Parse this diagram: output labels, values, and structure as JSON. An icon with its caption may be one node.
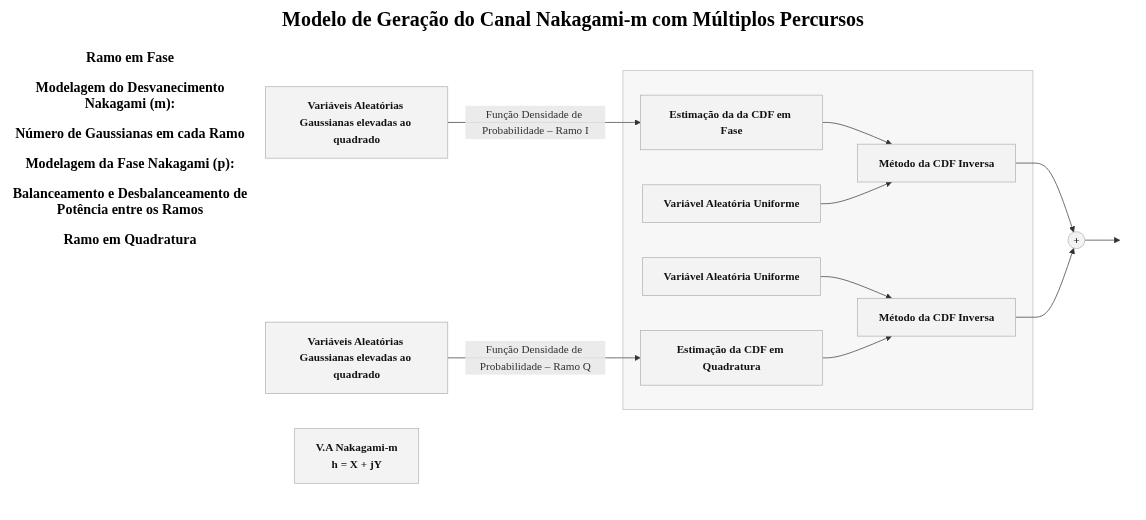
{
  "diagram": {
    "title": "Modelo de Geração do Canal Nakagami-m com Múltiplos Percursos",
    "nodes": [
      {
        "text": [
          "Variáveis Aleatórias Gaussianas elevadas ao quadrado"
        ]
      },
      {
        "text": [
          "Variáveis Aleatórias Gaussianas elevadas ao quadrado"
        ]
      },
      {
        "text": [],
        "shape": "box"
      },
      {
        "text": [
          "Estimação da da CDF em Fase"
        ],
        "in": 2
      },
      {
        "text": [
          "Método da CDF Inversa"
        ],
        "in": 2
      },
      {
        "text": [
          "Variável Aleatória Uniforme"
        ],
        "in": 2
      },
      {
        "text": [
          "Variável Aleatória Uniforme"
        ],
        "in": 2
      },
      {
        "text": [
          "Estimação da CDF em Quadratura"
        ],
        "in": 2
      },
      {
        "text": [
          "Método da CDF Inversa"
        ],
        "in": 2
      },
      {
        "text": [
          "+"
        ]
      },
      {
        "text": [
          "V.A Nakagami-m",
          "h = X + jY"
        ]
      }
    ],
    "edges": [
      {
        "from": 0,
        "to": 3,
        "arrow": "to",
        "label": "Função Densidade de Probabilidade – Ramo I"
      },
      {
        "from": 3,
        "to": 4,
        "arrow": "to"
      },
      {
        "from": 5,
        "to": 4,
        "arrow": "to"
      },
      {
        "from": 6,
        "to": 8,
        "arrow": "to"
      },
      {
        "from": 1,
        "to": 7,
        "arrow": "to",
        "label": "Função Densidade de Probabilidade – Ramo Q"
      },
      {
        "from": 7,
        "to": 8,
        "arrow": "to"
      },
      {
        "from": 4,
        "to": 9,
        "arrow": "to"
      },
      {
        "from": 8,
        "to": 9,
        "arrow": "to"
      },
      {
        "from": 9,
        "to": null,
        "arrow": "to"
      }
    ],
    "labels": [
      "Ramo em Fase",
      "Modelagem do Desvanecimento Nakagami (m):",
      "Número de Gaussianas em cada Ramo",
      "Modelagem da Fase Nakagami (p):",
      "Balanceamento e Desbalanceamento de Potência entre os Ramos",
      "Ramo em Quadratura"
    ]
  }
}
